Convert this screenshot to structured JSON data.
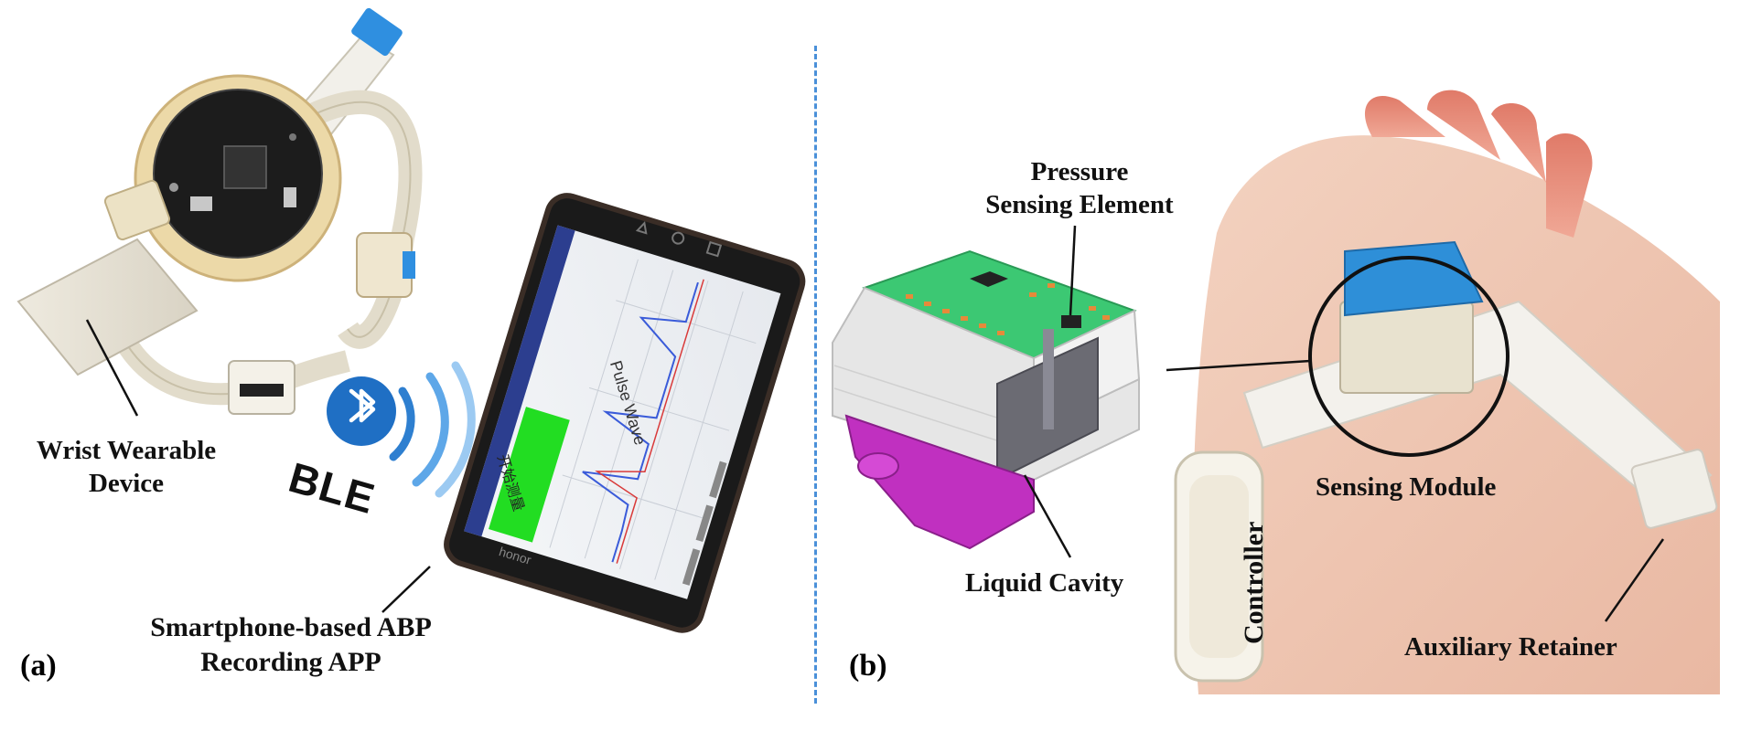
{
  "panels": {
    "a": {
      "label": "(a)",
      "device_label_line1": "Wrist Wearable",
      "device_label_line2": "Device",
      "ble_text": "BLE",
      "app_label_line1": "Smartphone-based ABP",
      "app_label_line2": "Recording APP",
      "phone_brand": "honor",
      "phone_screen_text": {
        "header": "Pulse Wave",
        "start_button": "开始测量"
      }
    },
    "b": {
      "label": "(b)",
      "pressure_label_line1": "Pressure",
      "pressure_label_line2": "Sensing Element",
      "cavity_label": "Liquid Cavity",
      "module_label": "Sensing Module",
      "controller_label": "Controller",
      "retainer_label": "Auxiliary Retainer"
    }
  },
  "colors": {
    "divider": "#4a90d9",
    "sensor_blue": "#2e8fd8",
    "pcb_green": "#3cc873",
    "cavity_purple": "#c030c0",
    "screen_green": "#22dd22",
    "bluetooth_blue": "#1f6fc4"
  }
}
